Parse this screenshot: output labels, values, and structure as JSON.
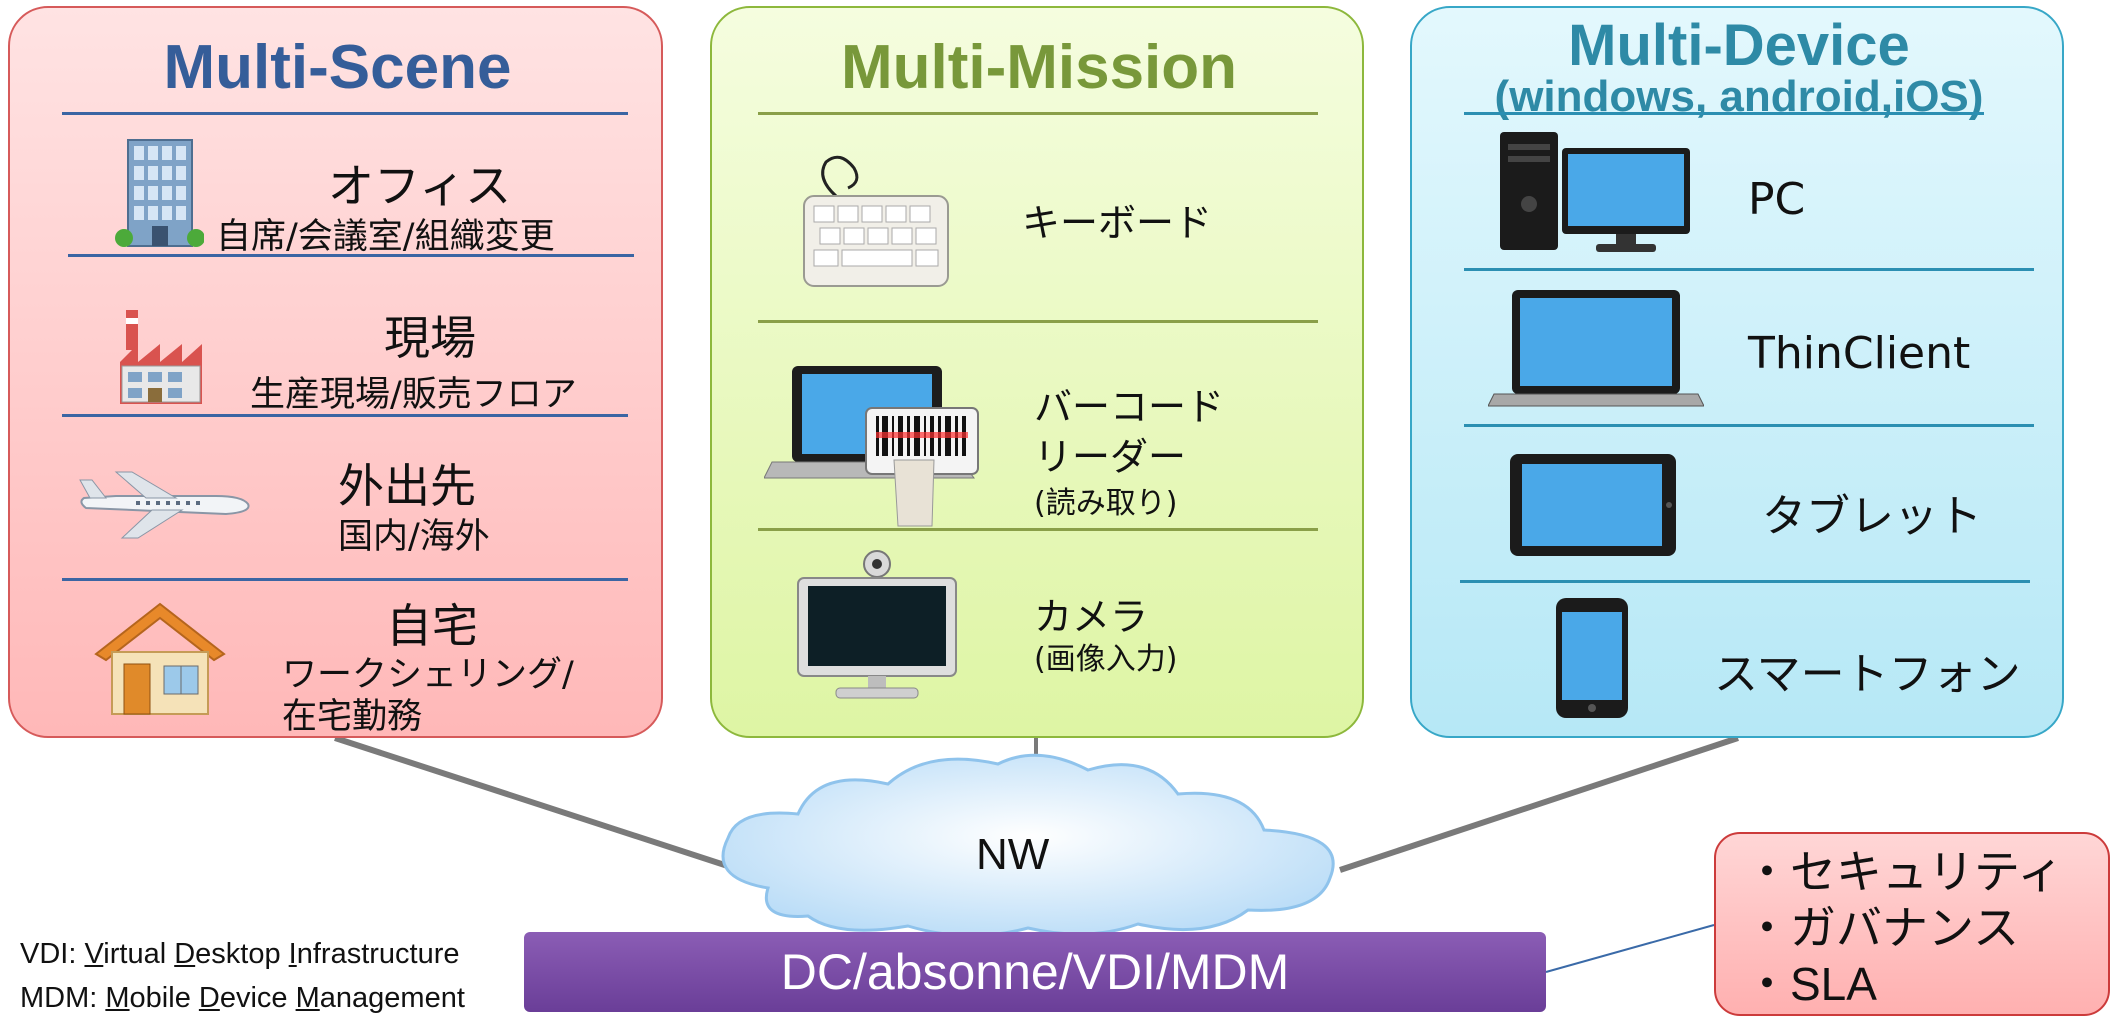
{
  "multi_scene": {
    "title": "Multi-Scene",
    "items": [
      {
        "main": "オフィス",
        "sub": "自席/会議室/組織変更",
        "icon": "office-building-icon"
      },
      {
        "main": "現場",
        "sub": "生産現場/販売フロア",
        "icon": "factory-icon"
      },
      {
        "main": "外出先",
        "sub": "国内/海外",
        "icon": "airplane-icon"
      },
      {
        "main": "自宅",
        "sub": "ワークシェリング/",
        "sub2": "在宅勤務",
        "icon": "house-icon"
      }
    ]
  },
  "multi_mission": {
    "title": "Multi-Mission",
    "items": [
      {
        "line1": "キーボード",
        "icon": "keyboard-icon"
      },
      {
        "line1": "バーコード",
        "line2": "リーダー",
        "line3": "(読み取り)",
        "icon": "barcode-reader-icon"
      },
      {
        "line1": "カメラ",
        "line2": "(画像入力)",
        "icon": "camera-monitor-icon"
      }
    ]
  },
  "multi_device": {
    "title": "Multi-Device",
    "subtitle": "(windows, android,iOS)",
    "items": [
      {
        "label": "PC",
        "icon": "desktop-pc-icon"
      },
      {
        "label": "ThinClient",
        "icon": "laptop-icon"
      },
      {
        "label": "タブレット",
        "icon": "tablet-icon"
      },
      {
        "label": "スマートフォン",
        "icon": "smartphone-icon"
      }
    ]
  },
  "network": {
    "label": "NW",
    "icon": "cloud-icon"
  },
  "datacenter": {
    "label": "DC/absonne/VDI/MDM"
  },
  "governance": {
    "items": [
      "・セキュリティ",
      "・ガバナンス",
      "・SLA"
    ]
  },
  "abbreviations": [
    {
      "u1": "V",
      "r1": "irtual ",
      "u2": "D",
      "r2": "esktop ",
      "u3": "I",
      "r3": "nfrastructure",
      "prefix": "VDI: "
    },
    {
      "u1": "M",
      "r1": "obile ",
      "u2": "D",
      "r2": "evice ",
      "u3": "M",
      "r3": "anagement",
      "prefix": "MDM: "
    }
  ],
  "colors": {
    "scene_bg": "#ffb8b8",
    "mission_bg": "#def5a4",
    "device_bg": "#b6e8f6",
    "dc_bar": "#7b4ea8",
    "security_box": "#ffb0b0"
  }
}
